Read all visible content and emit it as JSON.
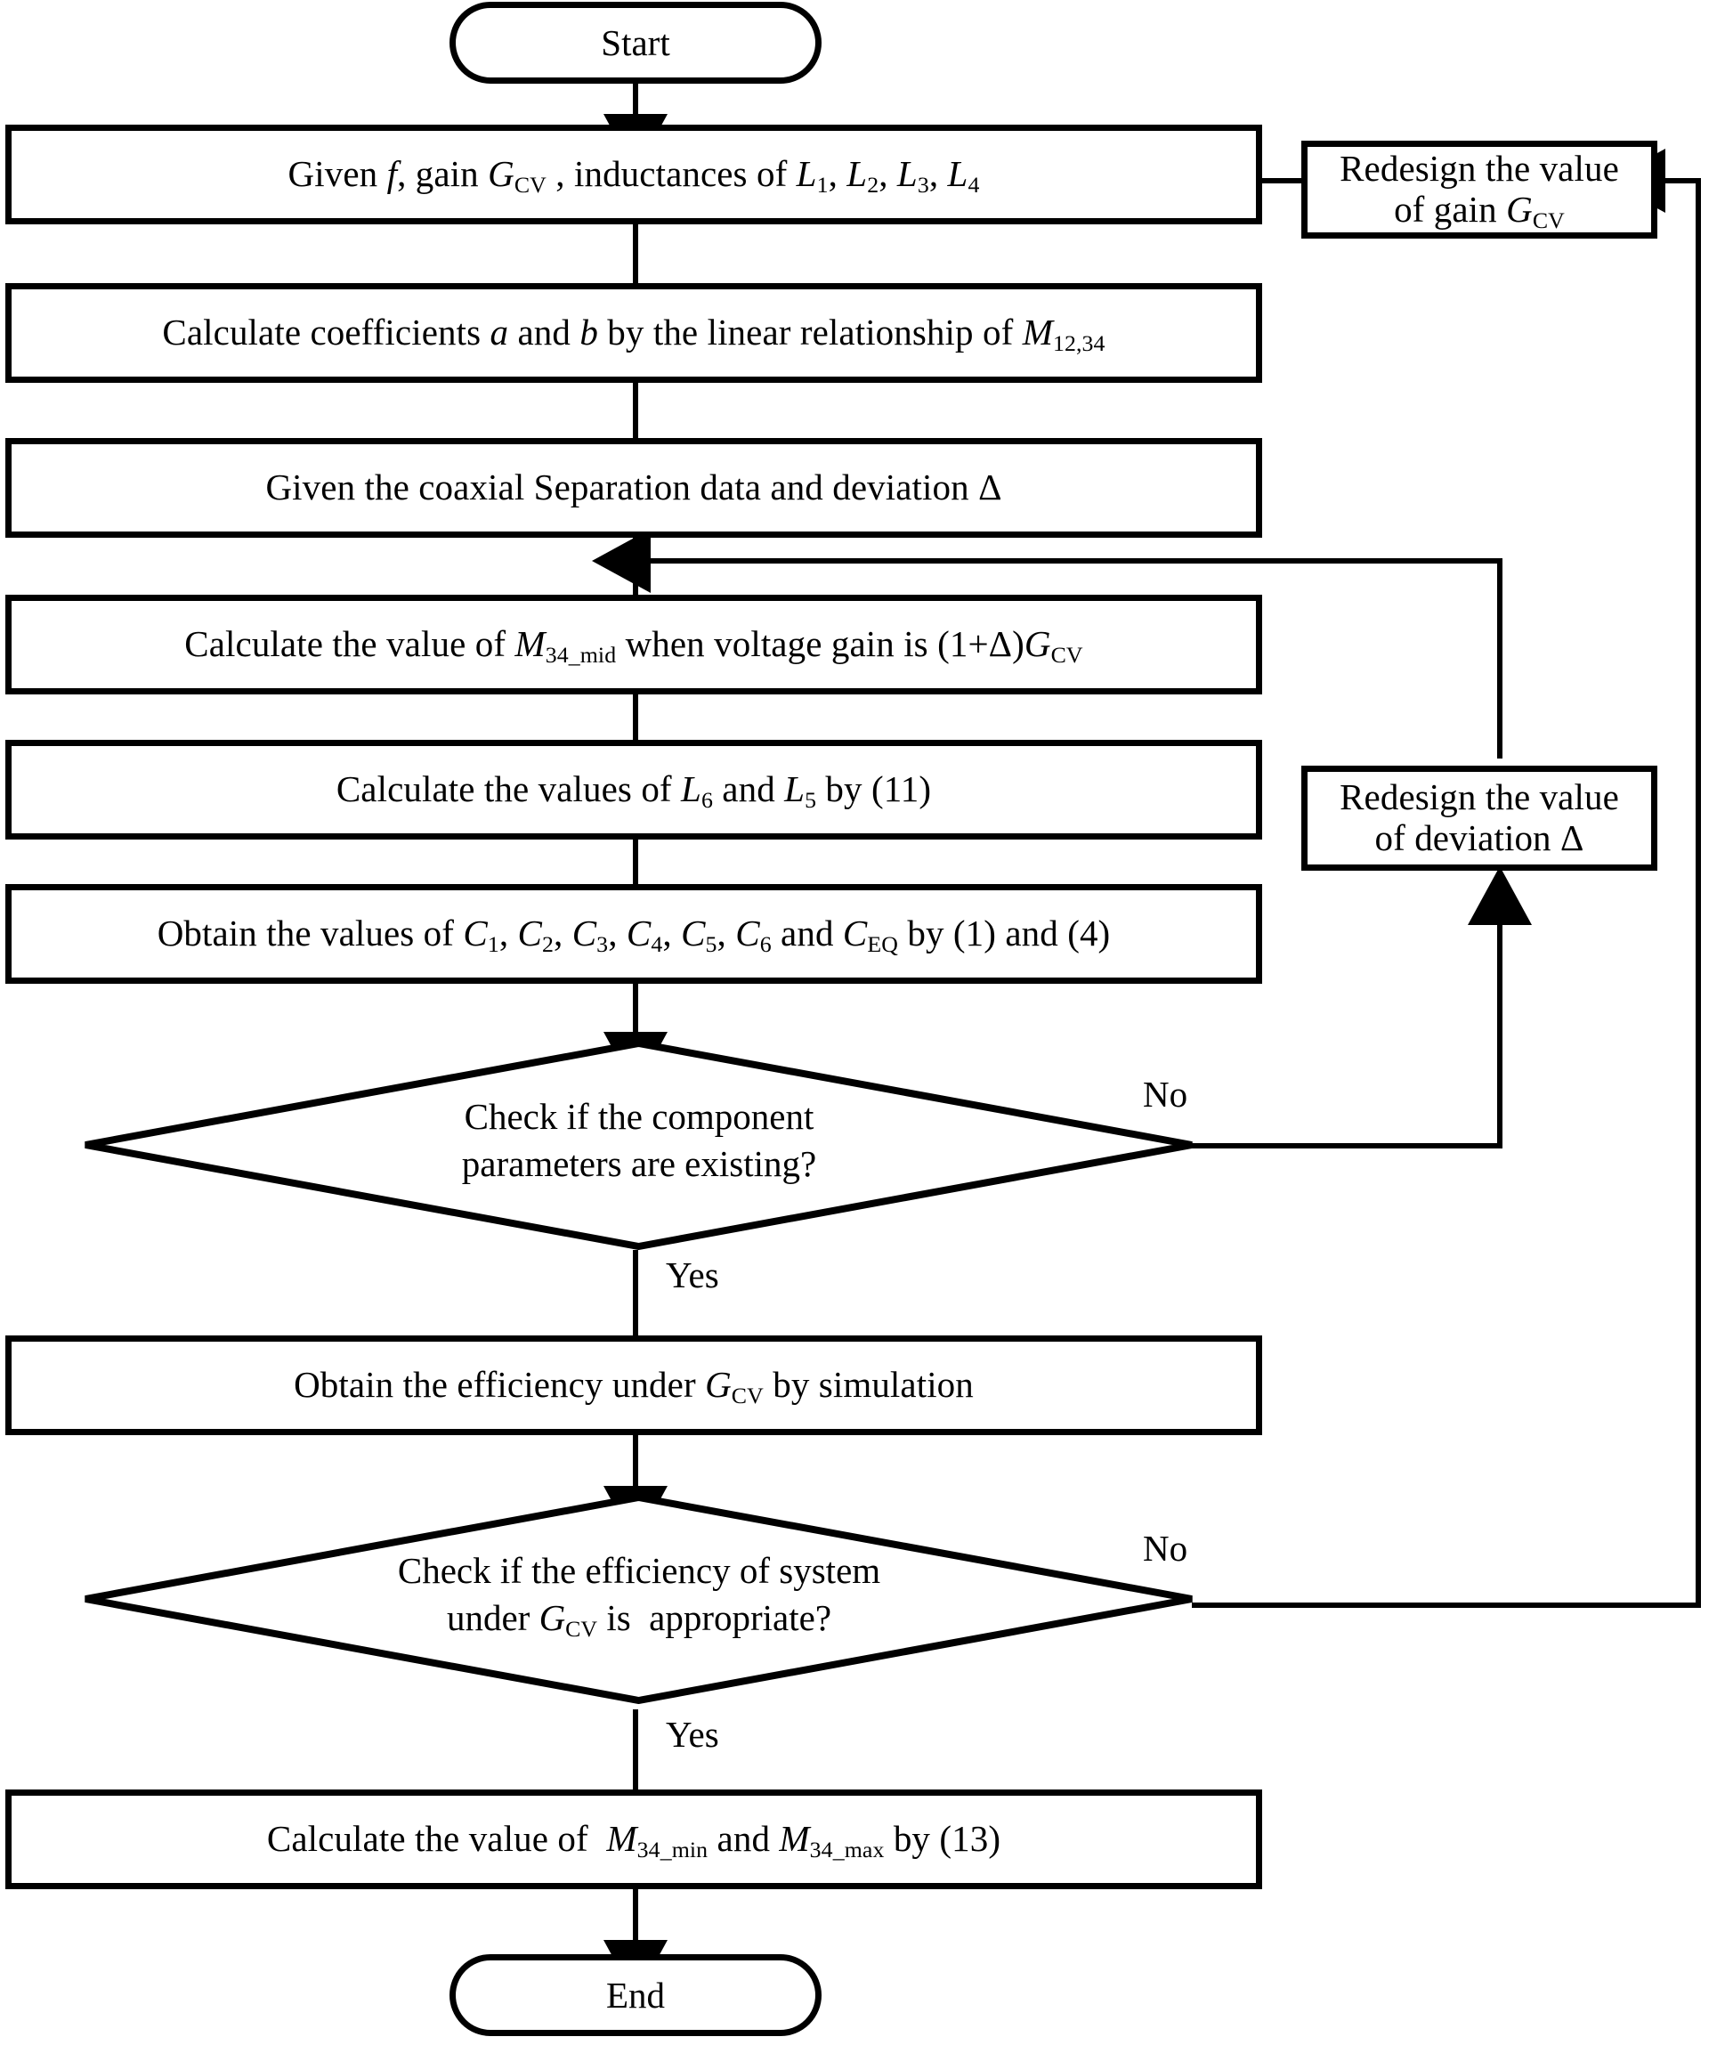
{
  "diagram": {
    "title": "Design procedure flowchart",
    "background_color": "#ffffff",
    "line_color": "#000000"
  },
  "nodes": {
    "start": {
      "label": "Start",
      "shape": "terminator"
    },
    "end": {
      "label": "End",
      "shape": "terminator"
    },
    "p1": {
      "label": "Given f, gain GCV , inductances of L1, L2, L3, L4",
      "shape": "process"
    },
    "p2": {
      "label": "Calculate coefficients a and b by the linear relationship of M12,34",
      "shape": "process"
    },
    "p3": {
      "label": "Given the coaxial Separation data and deviation Δ",
      "shape": "process"
    },
    "p4": {
      "label": "Calculate the value of M34_mid when voltage gain is (1+Δ)GCV",
      "shape": "process"
    },
    "p5": {
      "label": "Calculate the values of L6 and L5 by (11)",
      "shape": "process"
    },
    "p6": {
      "label": "Obtain the values of C1, C2, C3, C4, C5, C6 and CEQ by (1) and (4)",
      "shape": "process"
    },
    "p7": {
      "label": "Obtain the efficiency under GCV by simulation",
      "shape": "process"
    },
    "p8": {
      "label": "Calculate the value of  M34_min and M34_max by (13)",
      "shape": "process"
    },
    "d1": {
      "line1": "Check if the component",
      "line2": "parameters are existing?",
      "shape": "decision"
    },
    "d2": {
      "line1": "Check if the efficiency of system",
      "line2": "under GCV is  appropriate?",
      "shape": "decision"
    },
    "r1": {
      "line1": "Redesign the value",
      "line2": "of gain GCV",
      "shape": "process"
    },
    "r2": {
      "line1": "Redesign the value",
      "line2": "of deviation Δ",
      "shape": "process"
    }
  },
  "edge_labels": {
    "d1_no": "No",
    "d1_yes": "Yes",
    "d2_no": "No",
    "d2_yes": "Yes"
  },
  "flow": [
    "Start -> Given f, gain GCV, inductances of L1, L2, L3, L4",
    "-> Calculate coefficients a and b by the linear relationship of M12,34",
    "-> Given the coaxial Separation data and deviation Δ",
    "-> Calculate the value of M34_mid when voltage gain is (1+Δ)GCV",
    "-> Calculate the values of L6 and L5 by (11)",
    "-> Obtain the values of C1..C6 and CEQ by (1) and (4)",
    "-> Check if the component parameters are existing?",
    "No -> Redesign the value of deviation Δ -> back to Calculate the value of M34_mid",
    "Yes -> Obtain the efficiency under GCV by simulation",
    "-> Check if the efficiency of system under GCV is appropriate?",
    "No -> Redesign the value of gain GCV -> back to Calculate coefficients a and b",
    "Yes -> Calculate the value of M34_min and M34_max by (13) -> End"
  ]
}
